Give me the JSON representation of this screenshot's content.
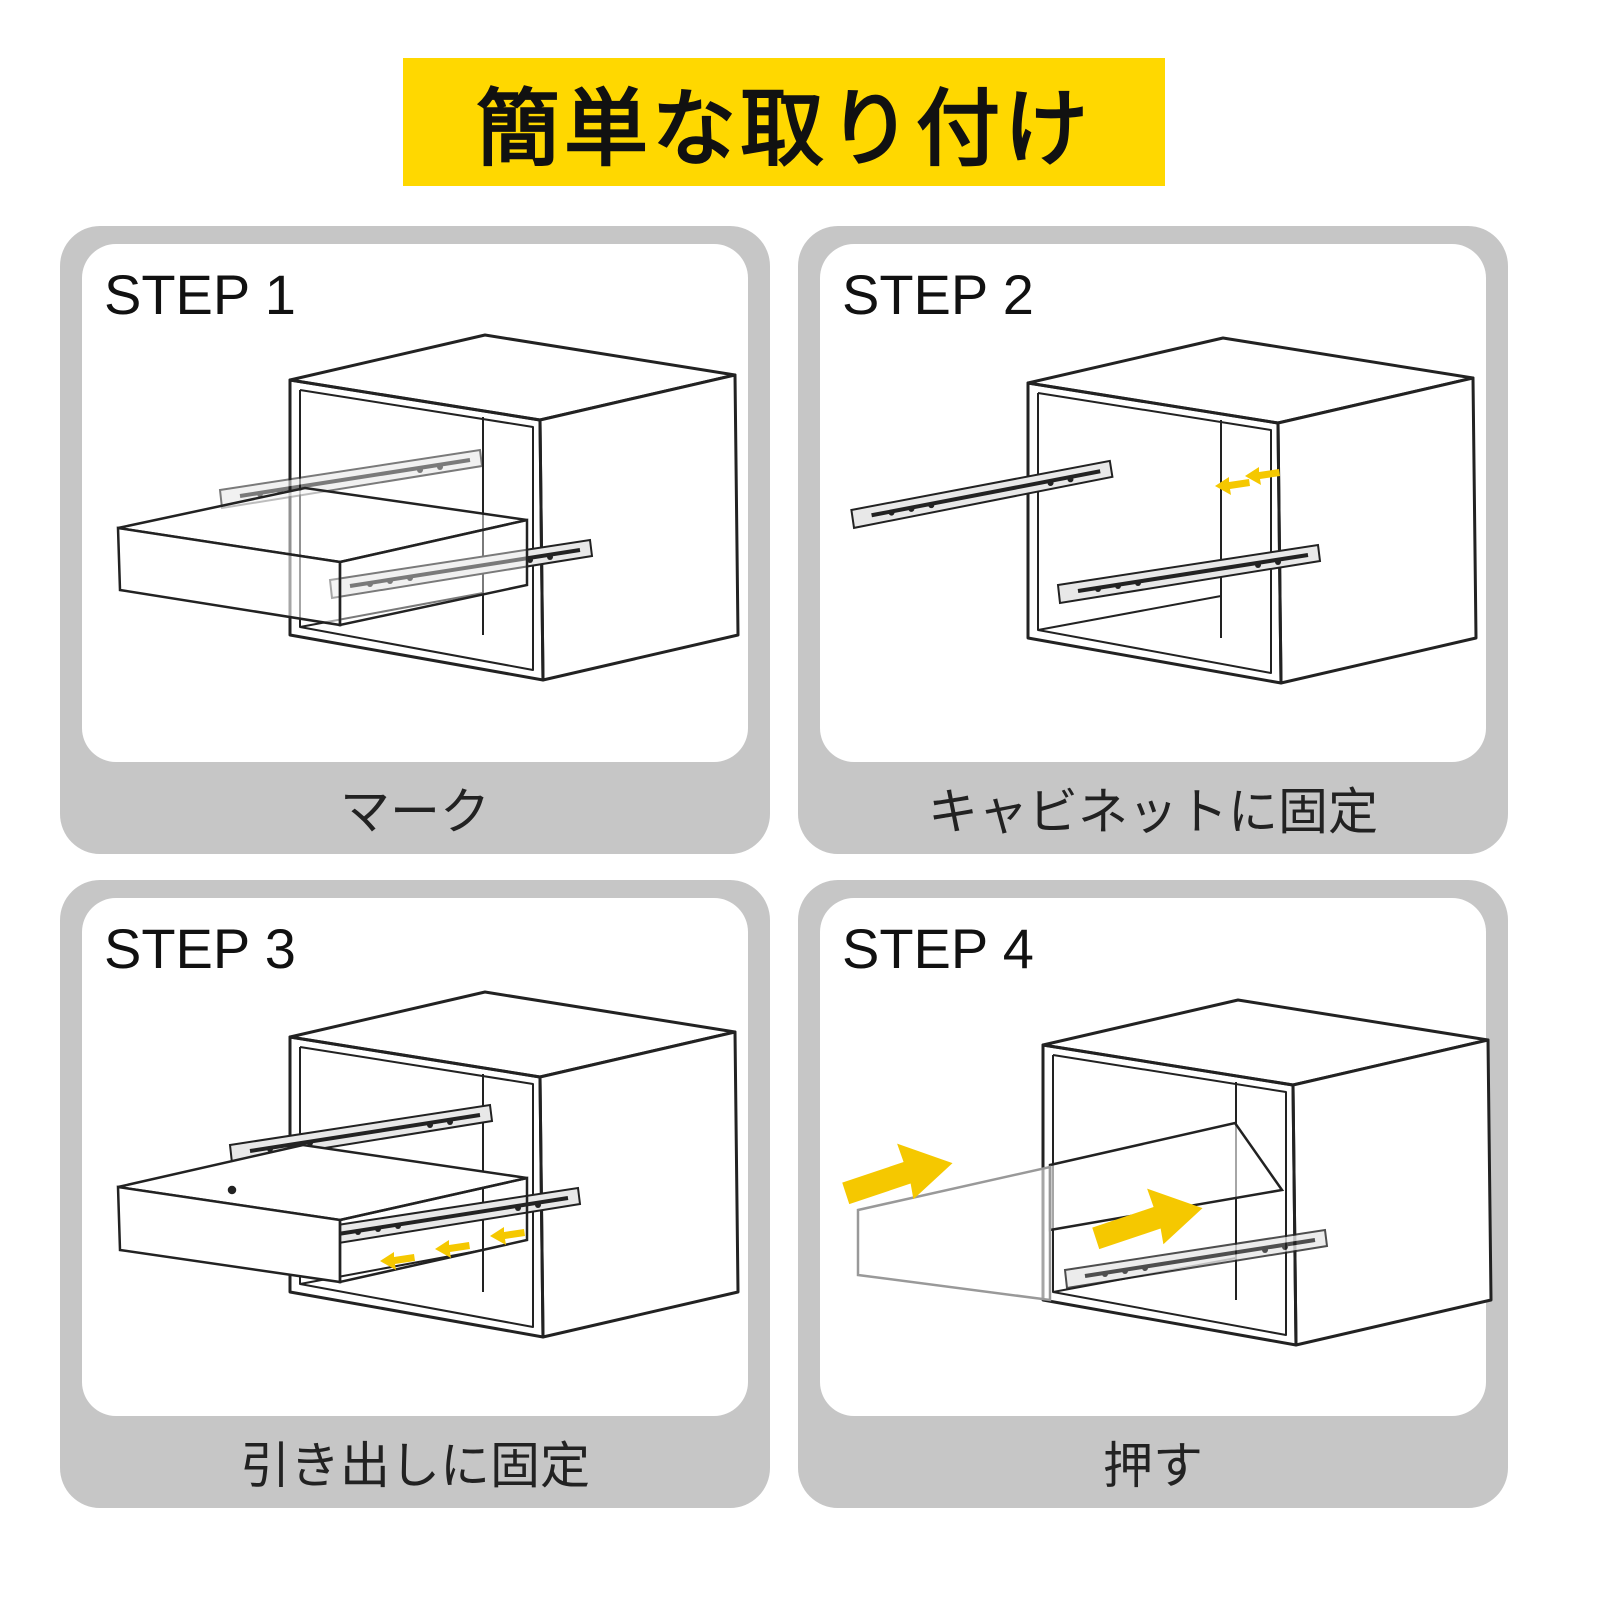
{
  "title": "簡単な取り付け",
  "steps": [
    {
      "label": "STEP 1",
      "caption": "マーク"
    },
    {
      "label": "STEP 2",
      "caption": "キャビネットに固定"
    },
    {
      "label": "STEP 3",
      "caption": "引き出しに固定"
    },
    {
      "label": "STEP 4",
      "caption": "押す"
    }
  ],
  "colors": {
    "accent": "#FFD800",
    "panel": "#c6c6c6",
    "arrow": "#F5C800"
  }
}
